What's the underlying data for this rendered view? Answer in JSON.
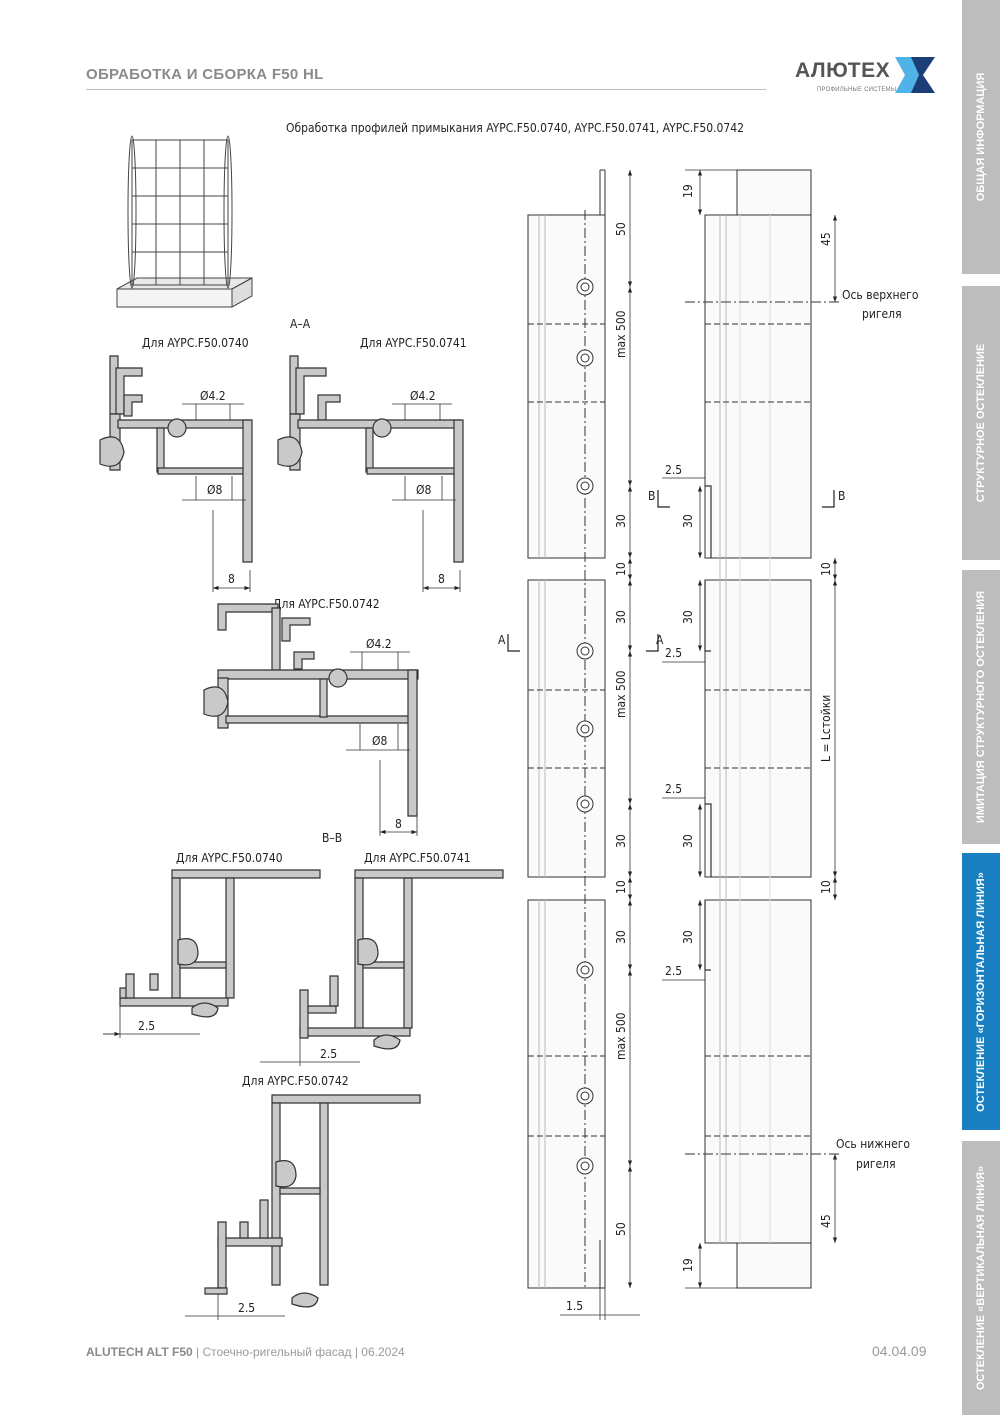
{
  "header": {
    "title": "ОБРАБОТКА И СБОРКА F50 HL"
  },
  "logo": {
    "name": "АЛЮТЕХ",
    "tagline": "ПРОФИЛЬНЫЕ СИСТЕМЫ",
    "colors": {
      "dark": "#1c3e76",
      "light": "#4fb3e8"
    }
  },
  "drawing": {
    "title": "Обработка профилей примыкания AYPC.F50.0740, AYPC.F50.0741, AYPC.F50.0742",
    "section_aa": "A–A",
    "section_bb": "B–B",
    "labels": {
      "p740": "Для AYPC.F50.0740",
      "p741": "Для AYPC.F50.0741",
      "p742": "Для AYPC.F50.0742"
    },
    "dims": {
      "d42": "Ø4.2",
      "d8": "Ø8",
      "eight": "8",
      "twofive": "2.5",
      "fifty": "50",
      "thirty": "30",
      "ten": "10",
      "max500": "max 500",
      "nineteen": "19",
      "fortyfive": "45",
      "onefive": "1.5",
      "lstoiki": "L = Lстойки"
    },
    "markers": {
      "a": "A",
      "b": "B"
    },
    "axis": {
      "top_line1": "Ось верхнего",
      "top_line2": "ригеля",
      "bottom_line1": "Ось нижнего",
      "bottom_line2": "ригеля"
    }
  },
  "sidebar": {
    "tabs": [
      {
        "label": "ОБЩАЯ ИНФОРМАЦИЯ",
        "active": false
      },
      {
        "label": "СТРУКТУРНОЕ ОСТЕКЛЕНИЕ",
        "active": false
      },
      {
        "label": "ИМИТАЦИЯ СТРУКТУРНОГО ОСТЕКЛЕНИЯ",
        "active": false
      },
      {
        "label": "ОСТЕКЛЕНИЕ «ГОРИЗОНТАЛЬНАЯ ЛИНИЯ»",
        "active": true
      },
      {
        "label": "ОСТЕКЛЕНИЕ «ВЕРТИКАЛЬНАЯ ЛИНИЯ»",
        "active": false
      }
    ]
  },
  "footer": {
    "brand": "ALUTECH ALT F50",
    "desc": "| Стоечно-ригельный фасад | 06.2024",
    "page": "04.04.09"
  }
}
